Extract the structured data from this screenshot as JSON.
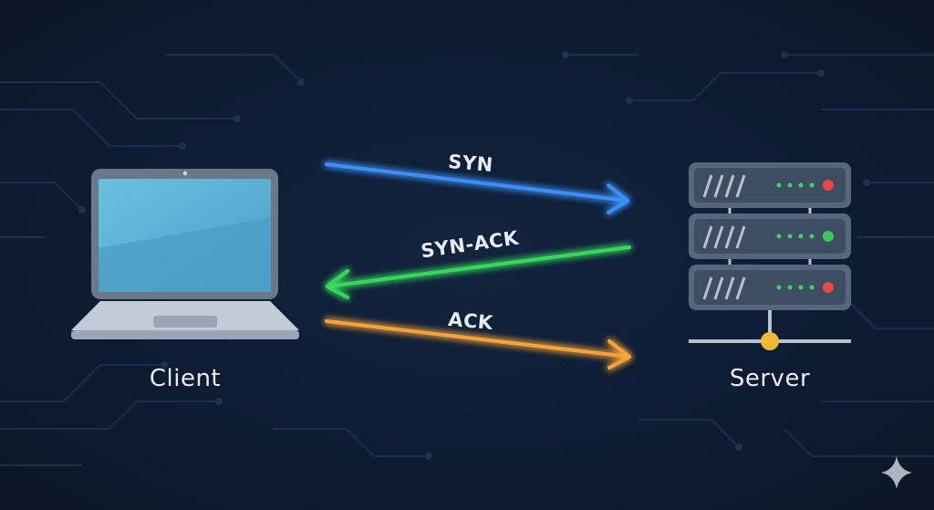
{
  "nodes": {
    "client": {
      "label": "Client"
    },
    "server": {
      "label": "Server"
    }
  },
  "messages": [
    {
      "label": "SYN",
      "direction": "client-to-server",
      "color": "#3d8ef5"
    },
    {
      "label": "SYN-ACK",
      "direction": "server-to-client",
      "color": "#39d65c"
    },
    {
      "label": "ACK",
      "direction": "client-to-server",
      "color": "#f5a23a"
    }
  ],
  "server_status_lights": [
    "#e8474a",
    "#38c95a",
    "#e8474a"
  ],
  "colors": {
    "background": "#0f1d33",
    "circuit": "#1c2e4a",
    "laptop_frame": "#6c7a8d",
    "laptop_screen": "#5aaed0",
    "server_body": "#4a5a70",
    "connector_dot": "#f2b733"
  },
  "icons": [
    "laptop-icon",
    "server-rack-icon",
    "sparkle-icon"
  ]
}
